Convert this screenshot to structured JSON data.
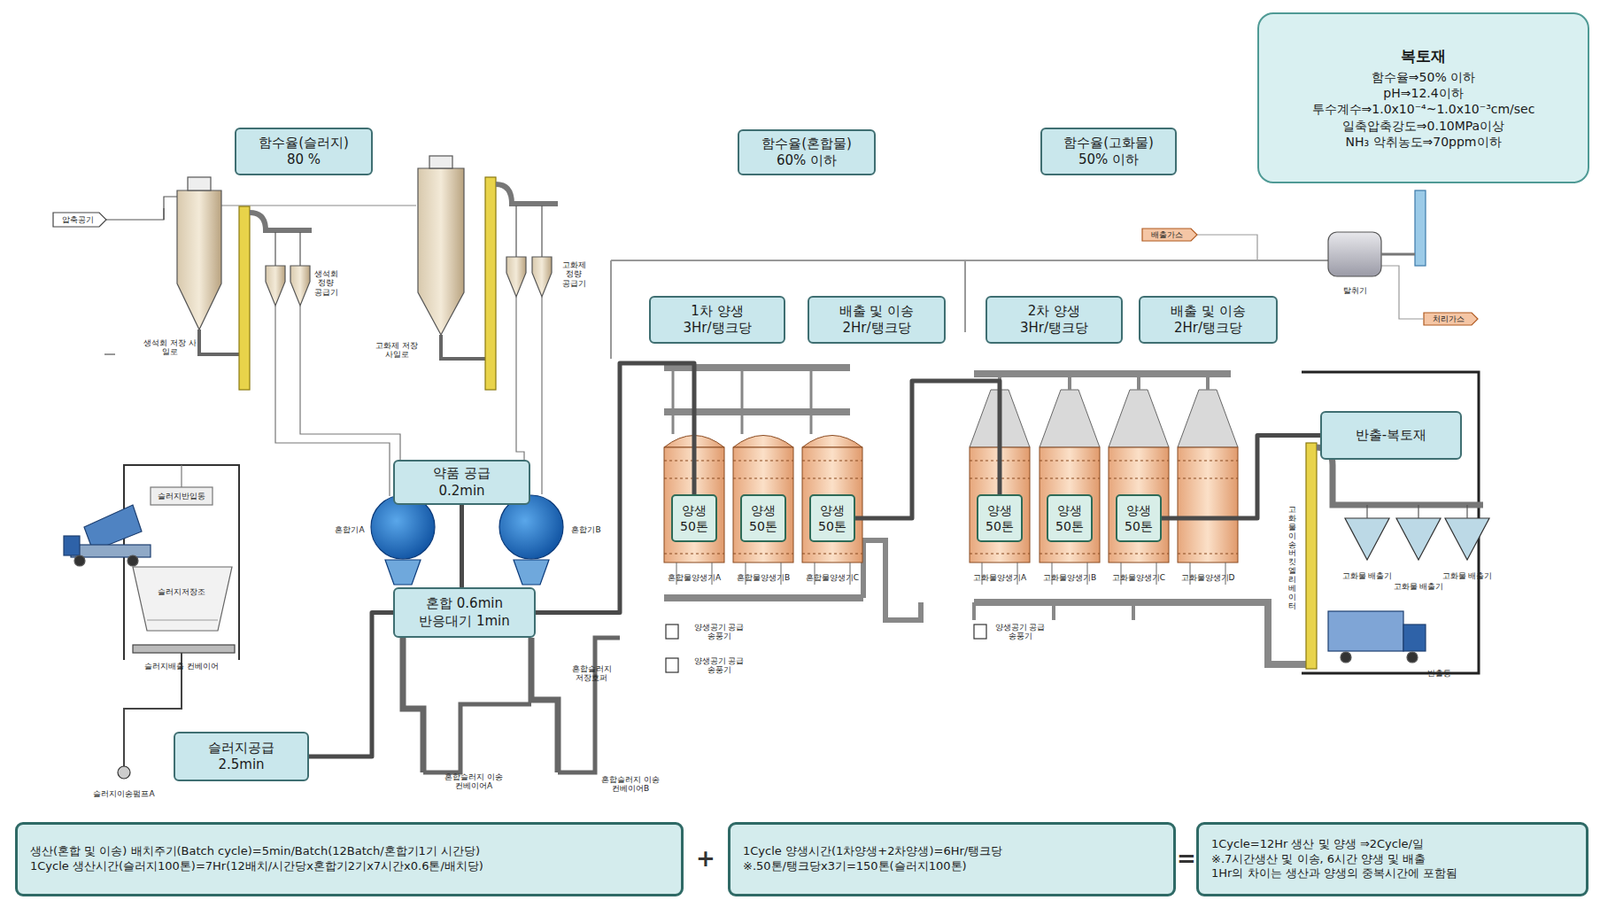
{
  "diagram": {
    "nodes": [
      {
        "text": [
          "복토재",
          "함수율⇒50% 이하",
          "pH⇒12.4이하",
          "투수계수⇒1.0x10⁻⁴~1.0x10⁻³cm/sec",
          "일축압축강도⇒0.10MPa이상",
          "NH₃ 악취농도⇒70ppm이하"
        ]
      },
      {
        "text": [
          "함수율(슬러지)",
          "80 %"
        ]
      },
      {
        "text": [
          "함수율(혼합물)",
          "60% 이하"
        ]
      },
      {
        "text": [
          "함수율(고화물)",
          "50% 이하"
        ]
      },
      {
        "text": [
          "1차 양생",
          "3Hr/탱크당"
        ]
      },
      {
        "text": [
          "배출 및 이송",
          "2Hr/탱크당"
        ]
      },
      {
        "text": [
          "2차 양생",
          "3Hr/탱크당"
        ]
      },
      {
        "text": [
          "배출 및 이송",
          "2Hr/탱크당"
        ]
      },
      {
        "text": [
          "반출-복토재"
        ]
      },
      {
        "text": [
          "약품 공급",
          "0.2min"
        ]
      },
      {
        "text": [
          "양생 50톤"
        ]
      },
      {
        "text": [
          "양생 50톤"
        ]
      },
      {
        "text": [
          "양생 50톤"
        ]
      },
      {
        "text": [
          "양생 50톤"
        ]
      },
      {
        "text": [
          "양생 50톤"
        ]
      },
      {
        "text": [
          "양생 50톤"
        ]
      },
      {
        "text": [
          "혼합 0.6min",
          "반응대기 1min"
        ]
      },
      {
        "text": [
          "슬러지공급",
          "2.5min"
        ]
      },
      {
        "text": [
          "생산(혼합 및 이송) 배치주기(Batch cycle)=5min/Batch(12Batch/혼합기1기 시간당)",
          "1Cycle 생산시간(슬러지100톤)=7Hr(12배치/시간당x혼합기2기x7시간x0.6톤/배치당)"
        ]
      },
      {
        "text": [
          "1Cycle 양생시간(1차양생+2차양생)=6Hr/탱크당",
          "※.50톤/탱크당x3기=150톤(슬러지100톤)"
        ]
      },
      {
        "text": [
          "1Cycle=12Hr 생산 및 양생 ⇒2Cycle/일",
          "※.7시간생산 및 이송, 6시간 양생 및 배출",
          "1Hr의 차이는 생산과 양생의 중복시간에 포함됨"
        ]
      }
    ],
    "edges": [
      {
        "from": 17,
        "to": 16,
        "arrow": "none"
      },
      {
        "from": 9,
        "to": 16,
        "arrow": "none"
      },
      {
        "from": 16,
        "to": 10,
        "arrow": "none"
      },
      {
        "from": 12,
        "to": 13,
        "arrow": "none"
      },
      {
        "from": 15,
        "to": 8,
        "arrow": "none"
      }
    ],
    "labels": [
      "압축공기",
      "생석회 저장 사일로",
      "생석회 정량 공급기",
      "고화제 저장 사일로",
      "고화제 정량 공급기",
      "배출가스",
      "탈취기",
      "처리가스",
      "슬러지반입동",
      "혼합기A",
      "혼합기B",
      "혼합물양생기A",
      "혼합물양생기B",
      "혼합물양생기C",
      "고화물양생기A",
      "고화물양생기B",
      "고화물양생기C",
      "고화물양생기D",
      "고화물 이송 버킷엘리베이터",
      "고화물 배출기",
      "고화물 배출기",
      "고화물 배출기",
      "슬러지저장조",
      "양생공기 공급송풍기",
      "양생공기 공급송풍기",
      "양생공기 공급송풍기",
      "반출동",
      "혼합슬러지 저장호퍼",
      "슬러지배출 컨베이어",
      "슬러지이송펌프A",
      "혼합슬러지 이송컨베이어A",
      "혼합슬러지 이송컨베이어B",
      "+",
      "="
    ]
  }
}
